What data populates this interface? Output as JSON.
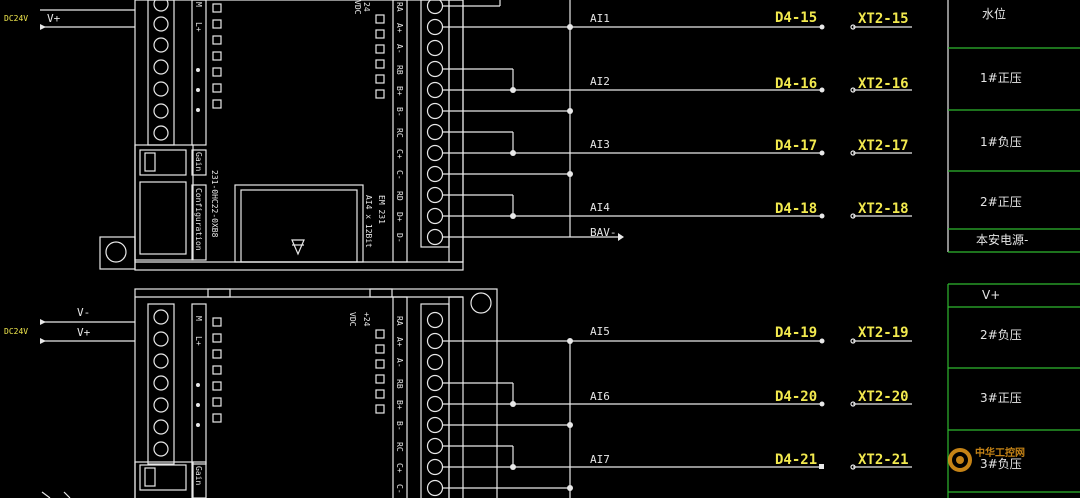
{
  "supply_labels": {
    "dc_top": "DC24V",
    "vplus_top": "V+",
    "dc_bottom": "DC24V",
    "vminus_bottom": "V-",
    "vplus_bottom": "V+"
  },
  "module_top": {
    "part_number": "231-0HC22-0XB8",
    "name": "EM 231",
    "spec": "AI4 x 12Bit",
    "left_terminals": [
      "M",
      "L+"
    ],
    "right_terminals": [
      "RA",
      "A+",
      "A-",
      "RB",
      "B+",
      "B-",
      "RC",
      "C+",
      "C-",
      "RD",
      "D+",
      "D-"
    ],
    "left_tags": [
      "Gain",
      "Configuration"
    ],
    "vdc": "VDC",
    "v24": "24"
  },
  "module_bottom": {
    "left_terminals": [
      "M",
      "L+"
    ],
    "right_terminals": [
      "RA",
      "A+",
      "A-",
      "RB",
      "B+",
      "B-",
      "RC",
      "C+",
      "C-"
    ],
    "left_tags": [
      "Gain"
    ],
    "vdc": "VDC",
    "v24": "+24"
  },
  "channels": [
    {
      "ai": "AI1",
      "d": "D4-15",
      "xt": "XT2-15",
      "desc": "水位"
    },
    {
      "ai": "AI2",
      "d": "D4-16",
      "xt": "XT2-16",
      "desc": "1#正压"
    },
    {
      "ai": "AI3",
      "d": "D4-17",
      "xt": "XT2-17",
      "desc": "1#负压"
    },
    {
      "ai": "AI4",
      "d": "D4-18",
      "xt": "XT2-18",
      "desc": "2#正压"
    },
    {
      "ai": "AI5",
      "d": "D4-19",
      "xt": "XT2-19",
      "desc": "2#负压"
    },
    {
      "ai": "AI6",
      "d": "D4-20",
      "xt": "XT2-20",
      "desc": "3#正压"
    },
    {
      "ai": "AI7",
      "d": "D4-21",
      "xt": "XT2-21",
      "desc": "3#负压"
    }
  ],
  "bav_label": "BAV-",
  "panel_extra": {
    "power_minus": "本安电源-",
    "vplus": "V+"
  },
  "watermark": "中华工控网"
}
